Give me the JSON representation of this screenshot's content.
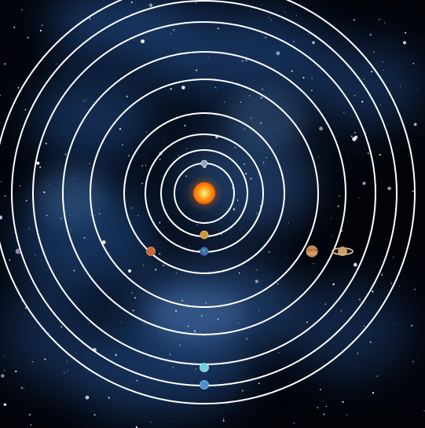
{
  "scene": {
    "background": "#02040a",
    "nebula_color": "#2a5fa8",
    "orbit_color": "#ffffff",
    "sun": {
      "color_core": "#ffd84a",
      "color_edge": "#ff6a00"
    },
    "planets": [
      {
        "name": "mercury",
        "icon": "mercury-icon",
        "color": "#9aa4b4",
        "size": "small"
      },
      {
        "name": "venus",
        "icon": "venus-icon",
        "color": "#c89a3c",
        "size": "small"
      },
      {
        "name": "earth",
        "icon": "earth-icon",
        "color": "#4a7fc8",
        "size": "small"
      },
      {
        "name": "mars",
        "icon": "mars-icon",
        "color": "#c8683a",
        "size": "small"
      },
      {
        "name": "jupiter",
        "icon": "jupiter-icon",
        "color": "#c98a5a",
        "size": "medium"
      },
      {
        "name": "saturn",
        "icon": "saturn-icon",
        "color": "#c8a068",
        "size": "medium",
        "rings": true
      },
      {
        "name": "uranus",
        "icon": "uranus-icon",
        "color": "#6fd0e0",
        "size": "small"
      },
      {
        "name": "neptune",
        "icon": "neptune-icon",
        "color": "#4c8fd8",
        "size": "small"
      },
      {
        "name": "pluto",
        "icon": "pluto-icon",
        "color": "#8a7aa8",
        "size": "tiny"
      }
    ]
  }
}
